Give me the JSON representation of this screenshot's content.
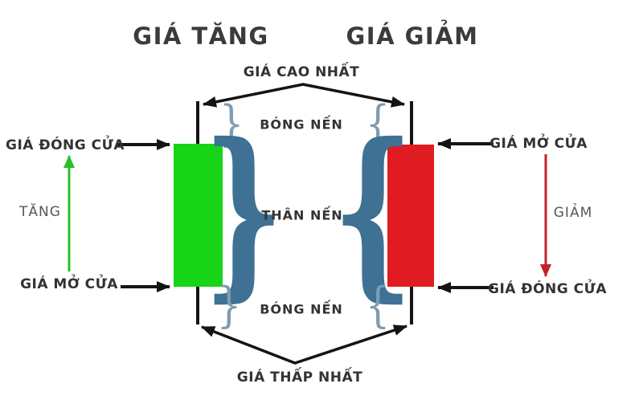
{
  "diagram": {
    "titles": {
      "bullish": "GIÁ TĂNG",
      "bearish": "GIÁ GIẢM"
    },
    "price_labels": {
      "highest": "GIÁ CAO NHẤT",
      "lowest": "GIÁ THẤP NHẤT",
      "bullish_close": "GIÁ ĐÓNG CỬA",
      "bullish_open": "GIÁ MỞ CỬA",
      "bearish_open": "GIÁ MỞ CỬA",
      "bearish_close": "GIÁ ĐÓNG CỬA"
    },
    "part_labels": {
      "upper_shadow": "BÓNG NẾN",
      "body": "THÂN NẾN",
      "lower_shadow": "BÓNG NẾN"
    },
    "direction_labels": {
      "up": "TĂNG",
      "down": "GIẢM"
    }
  },
  "glyphs": {
    "brace_open": "{",
    "brace_close": "}"
  },
  "colors": {
    "bullish_candle": "#17d417",
    "bearish_candle": "#e11b22",
    "up_arrow": "#2cbe2c",
    "down_arrow": "#c42127",
    "line": "#141414",
    "brace_large": "#3e7193",
    "brace_small": "#7d9cb2",
    "label_text": "#333333",
    "muted_text": "#575757"
  }
}
